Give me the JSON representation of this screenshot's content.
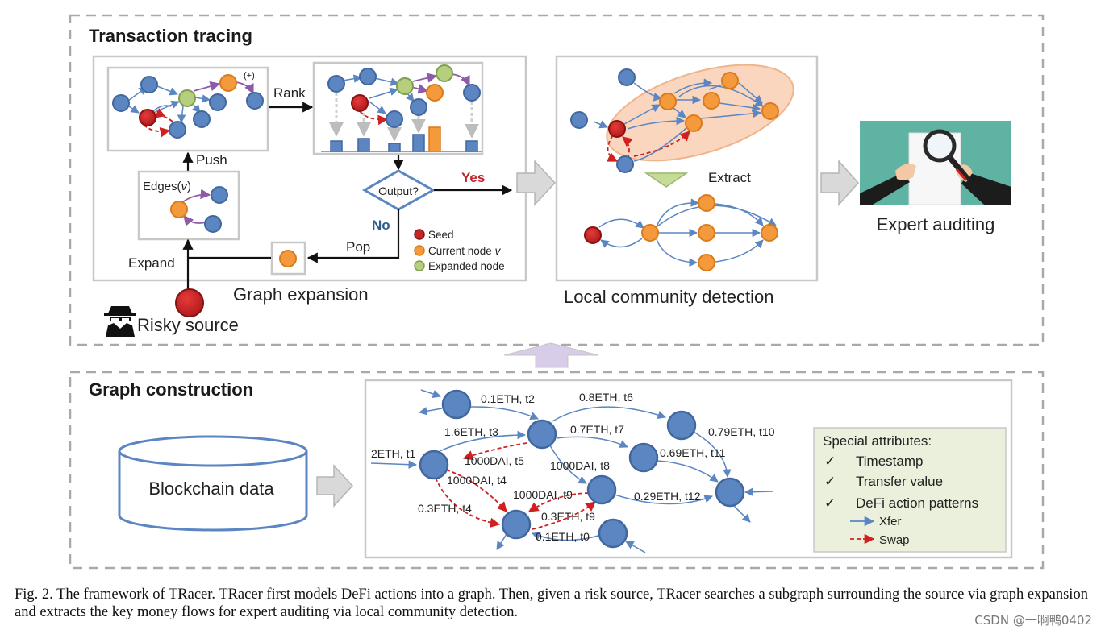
{
  "sections": {
    "top_title": "Transaction tracing",
    "bottom_title": "Graph construction"
  },
  "tracing": {
    "plus_mark": "(+)",
    "rank": "Rank",
    "push": "Push",
    "edges_label": "Edges(",
    "edges_var": "v",
    "edges_close": ")",
    "output": "Output?",
    "yes": "Yes",
    "no": "No",
    "pop": "Pop",
    "expand": "Expand",
    "graph_expansion": "Graph expansion",
    "risky_source": "Risky source",
    "legend": {
      "seed": "Seed",
      "current_prefix": "Current node ",
      "current_var": "v",
      "expanded": "Expanded node"
    },
    "extract": "Extract",
    "local_community": "Local community detection",
    "expert_auditing": "Expert auditing"
  },
  "construction": {
    "blockchain": "Blockchain data",
    "edge_labels": {
      "e1": "0.1ETH, t2",
      "e2": "0.8ETH, t6",
      "e3": "1.6ETH, t3",
      "e4": "0.7ETH, t7",
      "e5": "0.79ETH, t10",
      "e6": "2ETH, t1",
      "e7": "1000DAI, t5",
      "e8": "1000DAI, t8",
      "e9": "0.69ETH, t11",
      "e10": "1000DAI, t4",
      "e11": "1000DAI, t9",
      "e12": "0.29ETH, t12",
      "e13": "0.3ETH, t4",
      "e14": "0.3ETH, t9",
      "e15": "0.1ETH, t0"
    },
    "attributes": {
      "title": "Special attributes:",
      "check": "✓",
      "items": [
        "Timestamp",
        "Transfer value",
        "DeFi action patterns"
      ],
      "xfer": "Xfer",
      "swap": "Swap"
    }
  },
  "caption": "Fig. 2.   The framework of TRacer. TRacer first models DeFi actions into a graph. Then, given a risk source, TRacer searches a subgraph surrounding the source via graph expansion and extracts the key money flows for expert auditing via local community detection.",
  "watermark": "CSDN @一啊鸭0402",
  "colors": {
    "blue_node": "#5b86c2",
    "blue_stroke": "#41679e",
    "orange_node": "#f59a3c",
    "red_node": "#c12727",
    "green_node": "#b5cf7f",
    "edge_blue": "#5b86c2",
    "swap_red": "#d22020",
    "purple_edge": "#8f5aa8",
    "panel_border": "#c8c8c8",
    "dashed_border": "#a9a9a9"
  }
}
